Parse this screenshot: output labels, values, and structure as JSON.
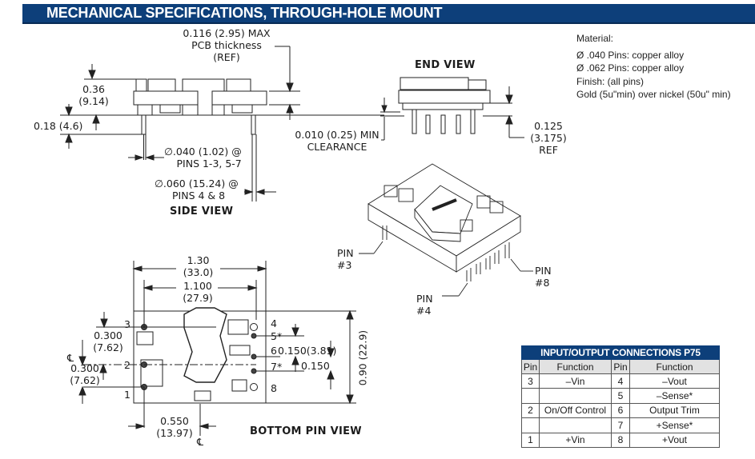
{
  "header": {
    "title": "MECHANICAL SPECIFICATIONS, THROUGH-HOLE MOUNT",
    "color": "#0d3f7a"
  },
  "side_view": {
    "title": "SIDE VIEW",
    "pcb_thickness": [
      "0.116 (2.95) MAX",
      "PCB thickness",
      "(REF)"
    ],
    "height": [
      "0.36",
      "(9.14)"
    ],
    "pin_length": "0.18 (4.6)",
    "pin_dia_small": [
      "∅.040 (1.02) @",
      "PINS 1-3, 5-7"
    ],
    "pin_dia_large": [
      "∅.060 (15.24) @",
      "PINS 4 & 8"
    ]
  },
  "end_view": {
    "title": "END VIEW",
    "clearance": [
      "0.010 (0.25) MIN",
      "CLEARANCE"
    ],
    "ref": [
      "0.125",
      "(3.175)",
      "REF"
    ]
  },
  "material": {
    "lines": [
      "Material:",
      "Ø .040 Pins: copper alloy",
      "Ø .062 Pins: copper alloy",
      "Finish: (all pins)",
      "Gold (5u\"min) over nickel (50u\" min)"
    ]
  },
  "iso_view": {
    "pin3": [
      "PIN",
      "#3"
    ],
    "pin4": [
      "PIN",
      "#4"
    ],
    "pin8": [
      "PIN",
      "#8"
    ]
  },
  "bottom_view": {
    "title": "BOTTOM PIN VIEW",
    "width_outer": [
      "1.30",
      "(33.0)"
    ],
    "width_pins": [
      "1.100",
      "(27.9)"
    ],
    "pitch_upper": [
      "0.300",
      "(7.62)"
    ],
    "pitch_lower": [
      "0.300",
      "(7.62)"
    ],
    "centerline": "℄",
    "center_offset": [
      "0.550",
      "(13.97)"
    ],
    "pitch_right_1": "0.150(3.81)",
    "pitch_right_2": "0.150",
    "height": "0.90 (22.9)",
    "pin_labels_left": [
      "3",
      "2",
      "1"
    ],
    "pin_labels_right": [
      "4",
      "5*",
      "6",
      "7*",
      "8"
    ]
  },
  "table": {
    "title": "INPUT/OUTPUT CONNECTIONS P75",
    "headers": [
      "Pin",
      "Function",
      "Pin",
      "Function"
    ],
    "rows": [
      [
        "3",
        "–Vin",
        "4",
        "–Vout"
      ],
      [
        "",
        "",
        "5",
        "–Sense*"
      ],
      [
        "2",
        "On/Off Control",
        "6",
        "Output Trim"
      ],
      [
        "",
        "",
        "7",
        "+Sense*"
      ],
      [
        "1",
        "+Vin",
        "8",
        "+Vout"
      ]
    ]
  }
}
